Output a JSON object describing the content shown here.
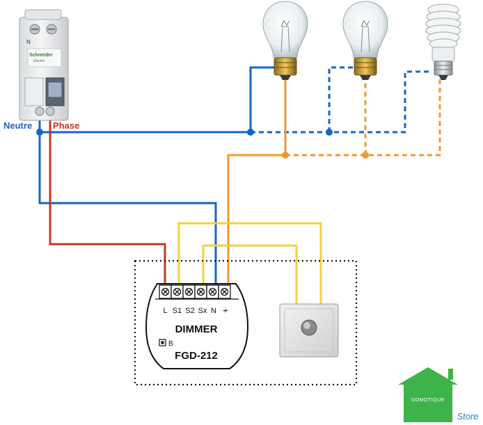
{
  "breaker": {
    "brand": "Schneider",
    "brand_sub": "Electric",
    "terminal_label": "N"
  },
  "labels": {
    "neutre": "Neutre",
    "phase": "Phase"
  },
  "module": {
    "terminals": [
      "L",
      "S1",
      "S2",
      "Sx",
      "N",
      "≁"
    ],
    "title": "DIMMER",
    "model": "FGD-212",
    "button_label": "B"
  },
  "logo": {
    "line1": "DOMOTIQUE",
    "line2": "Store"
  },
  "colors": {
    "neutral_wire": "#1565c0",
    "phase_wire": "#c0391e",
    "load_wire": "#ef9a2f",
    "switch_wire": "#f2d23a",
    "neutre_text": "#1a66c2",
    "phase_text": "#c0391e",
    "logo_green": "#3db34a"
  }
}
